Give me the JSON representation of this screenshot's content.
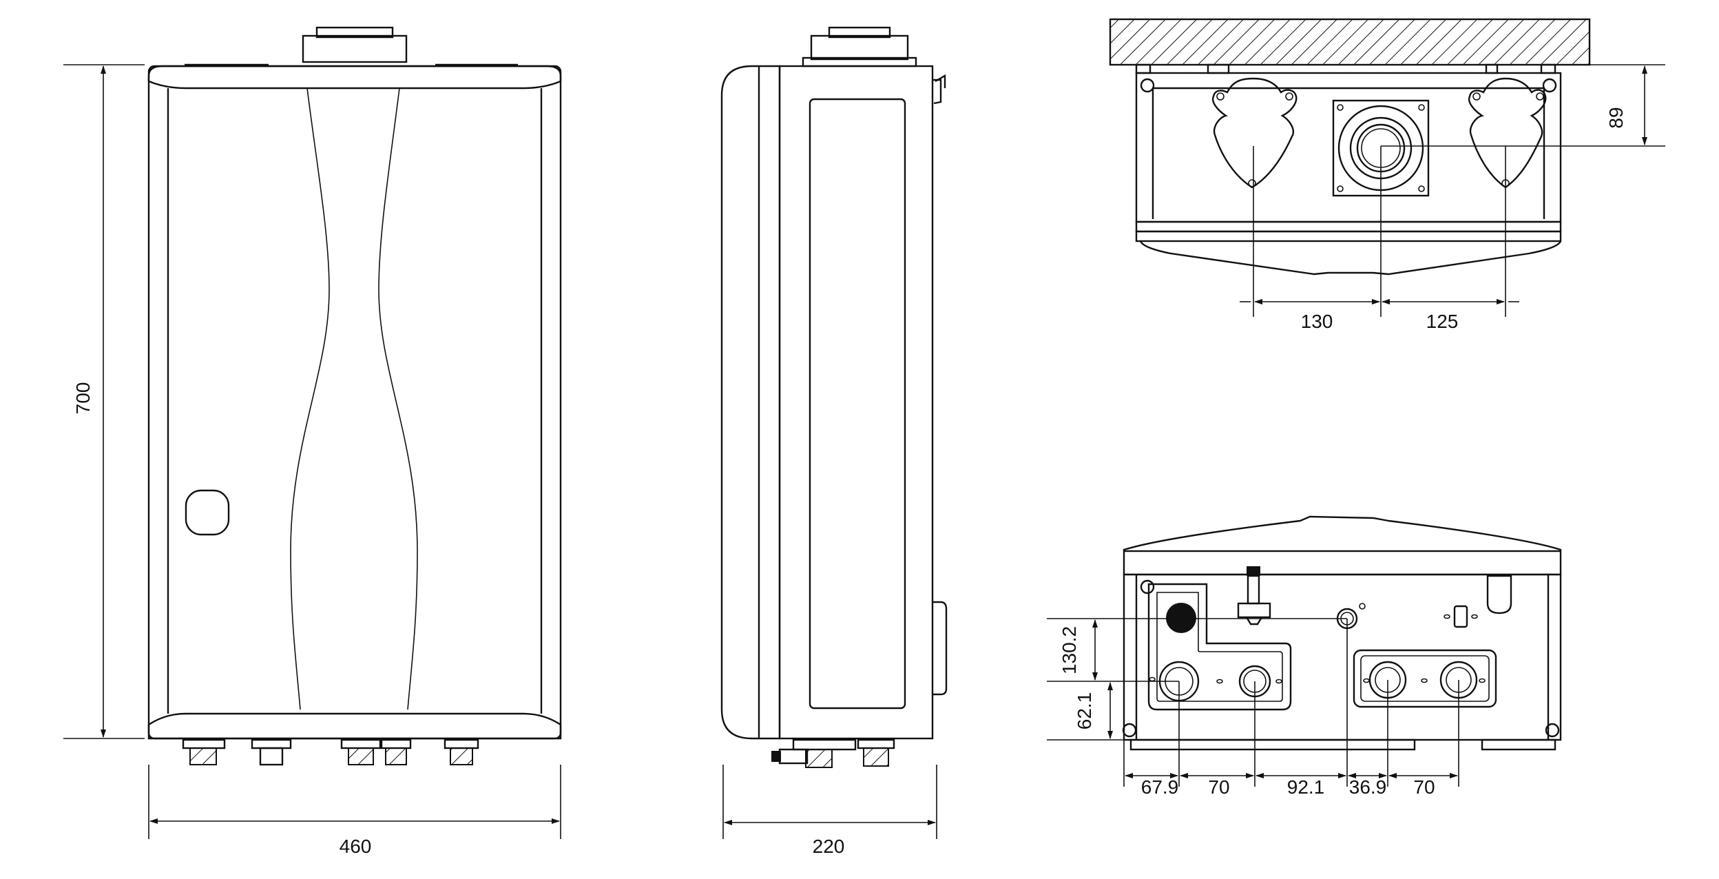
{
  "front_view": {
    "height_label": "700",
    "width_label": "460"
  },
  "side_view": {
    "depth_label": "220"
  },
  "top_view": {
    "left_offset_label": "130",
    "right_offset_label": "125",
    "wall_offset_label": "89"
  },
  "bottom_view": {
    "vertical_labels": [
      "130.2",
      "62.1"
    ],
    "horizontal_labels": [
      "67.9",
      "70",
      "92.1",
      "36.9",
      "70"
    ]
  },
  "colors": {
    "stroke": "#111111",
    "background": "#ffffff"
  }
}
